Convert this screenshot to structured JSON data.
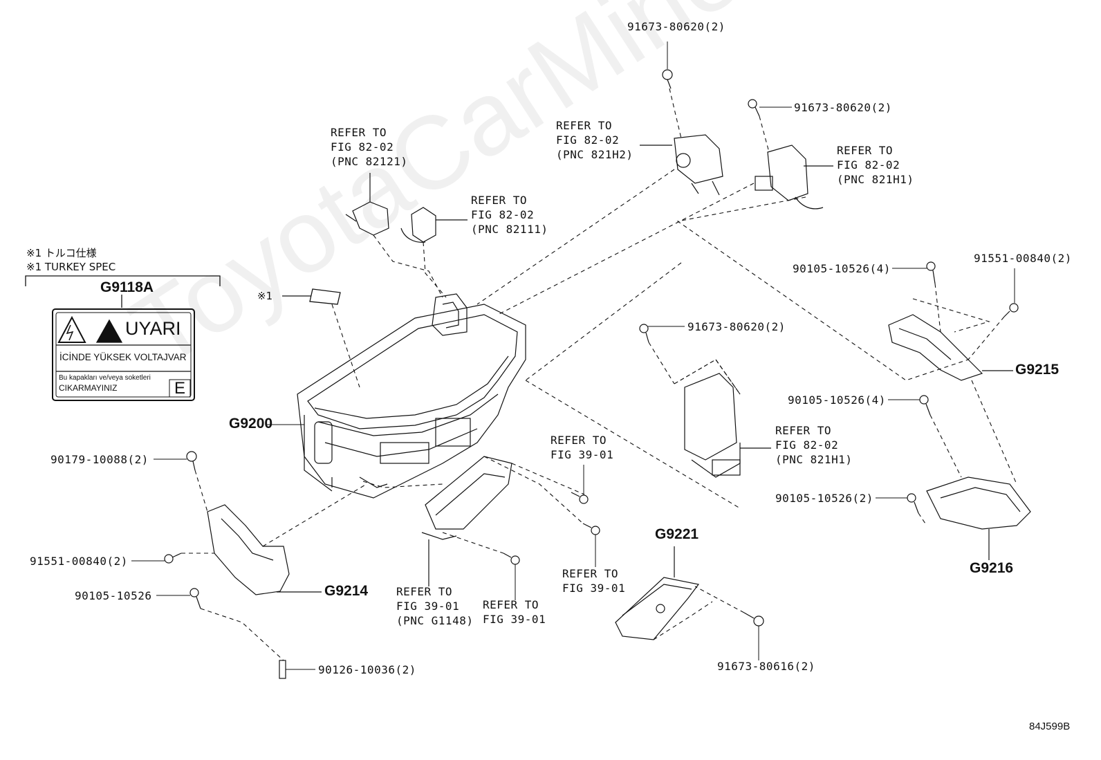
{
  "watermark": "ToyotaCarMine.ru",
  "diagram_id": "84J599B",
  "turkey_note": {
    "line1": "※1 トルコ仕様",
    "line2": "※1 TURKEY SPEC",
    "marker": "※1"
  },
  "warning_label": {
    "part_code": "G9118A",
    "title": "UYARI",
    "line2": "İCİNDE YÜKSEK VOLTAJVAR",
    "line3a": "Bu kapakları ve/veya soketleri",
    "line3b": "CIKARMAYINIZ",
    "letter": "E"
  },
  "part_codes": {
    "g9200": "G9200",
    "g9214": "G9214",
    "g9215": "G9215",
    "g9216": "G9216",
    "g9221": "G9221"
  },
  "part_numbers": {
    "p1": "91673-80620(2)",
    "p2": "91673-80620(2)",
    "p3": "91673-80620(2)",
    "p4": "90105-10526(4)",
    "p5": "91551-00840(2)",
    "p6": "90105-10526(4)",
    "p7": "90105-10526(2)",
    "p8": "90179-10088(2)",
    "p9": "91551-00840(2)",
    "p10": "90105-10526",
    "p11": "90126-10036(2)",
    "p12": "91673-80616(2)"
  },
  "references": {
    "r1": "REFER TO\nFIG 82-02\n(PNC 82121)",
    "r2": "REFER TO\nFIG 82-02\n(PNC 82111)",
    "r3": "REFER TO\nFIG 82-02\n(PNC 821H2)",
    "r4": "REFER TO\nFIG 82-02\n(PNC 821H1)",
    "r5": "REFER TO\nFIG 82-02\n(PNC 821H1)",
    "r6": "REFER TO\nFIG 39-01",
    "r7": "REFER TO\nFIG 39-01",
    "r8": "REFER TO\nFIG 39-01\n(PNC G1148)",
    "r9": "REFER TO\nFIG 39-01"
  }
}
